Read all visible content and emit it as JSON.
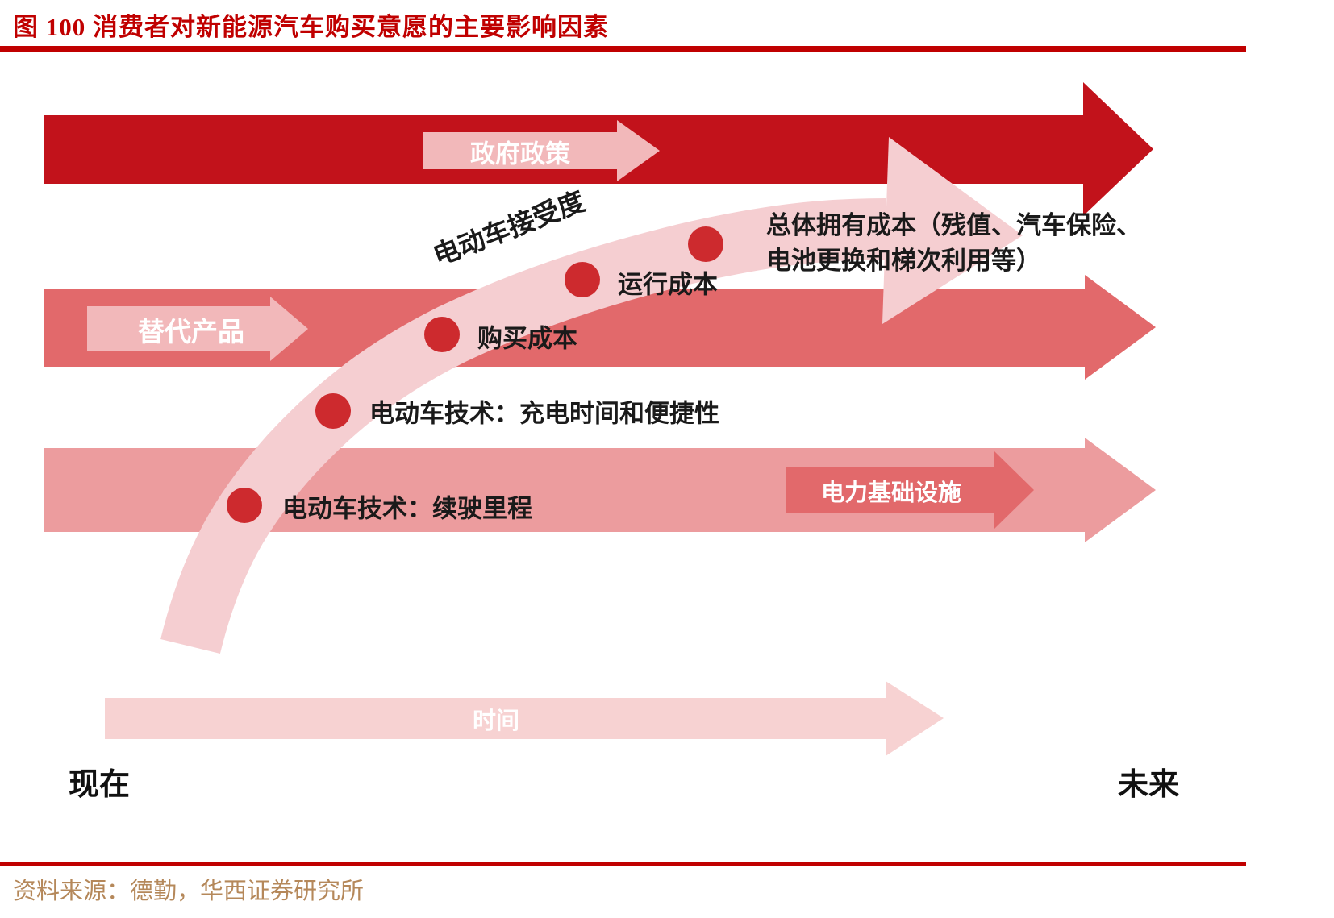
{
  "figure": {
    "number_title": "图 100  消费者对新能源汽车购买意愿的主要影响因素",
    "source": "资料来源：德勤，华西证券研究所"
  },
  "timeline": {
    "now": "现在",
    "future": "未来",
    "time_arrow_label": "时间"
  },
  "overlay_arrows": {
    "government_policy": "政府政策",
    "substitute_products": "替代产品",
    "power_infrastructure": "电力基础设施"
  },
  "curve": {
    "acceptance_label": "电动车接受度"
  },
  "factors": [
    {
      "label": "电动车技术：续驶里程"
    },
    {
      "label": "电动车技术：充电时间和便捷性"
    },
    {
      "label": "购买成本"
    },
    {
      "label": "运行成本"
    },
    {
      "label": "总体拥有成本（残值、汽车保险、",
      "label_line2": "电池更换和梯次利用等）"
    }
  ],
  "colors": {
    "dark_red": "#C2121B",
    "title_red": "#C00000",
    "salmon": "#E2696B",
    "light_red": "#EC9C9E",
    "pale_pink": "#F2B8BA",
    "curve_pink": "#F5CED1",
    "time_pink": "#F7D2D2",
    "dot_red": "#CD2A2E",
    "source_tan": "#B5885A",
    "text_black": "#1A1A1A"
  }
}
